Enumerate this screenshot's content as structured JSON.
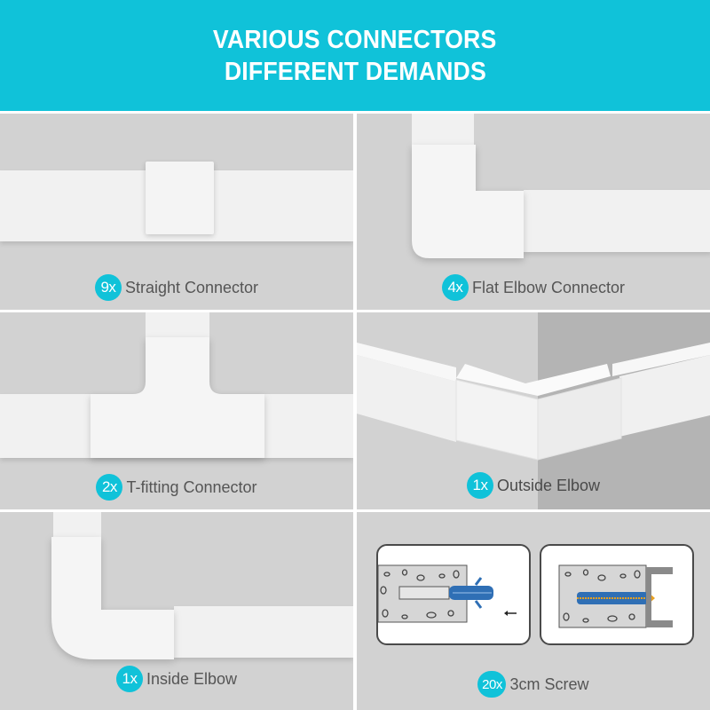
{
  "banner": {
    "line1": "VARIOUS CONNECTORS",
    "line2": "DIFFERENT DEMANDS",
    "background_color": "#10c2d9"
  },
  "panels": [
    {
      "quantity": "9x",
      "label": "Straight Connector",
      "illustration": "straight-connector"
    },
    {
      "quantity": "4x",
      "label": "Flat Elbow Connector",
      "illustration": "flat-elbow-connector"
    },
    {
      "quantity": "2x",
      "label": "T-fitting Connector",
      "illustration": "t-fitting-connector"
    },
    {
      "quantity": "1x",
      "label": "Outside Elbow",
      "illustration": "outside-elbow"
    },
    {
      "quantity": "1x",
      "label": "Inside Elbow",
      "illustration": "inside-elbow"
    },
    {
      "quantity": "20x",
      "label": "3cm Screw",
      "illustration": "wall-anchor-screw-diagram"
    }
  ],
  "colors": {
    "accent": "#10c2d9",
    "panel_bg": "#d2d2d2",
    "duct": "#f1f1f1",
    "caption_text": "#555555",
    "anchor_blue": "#2f6fb5",
    "screw_orange": "#e8a020"
  }
}
